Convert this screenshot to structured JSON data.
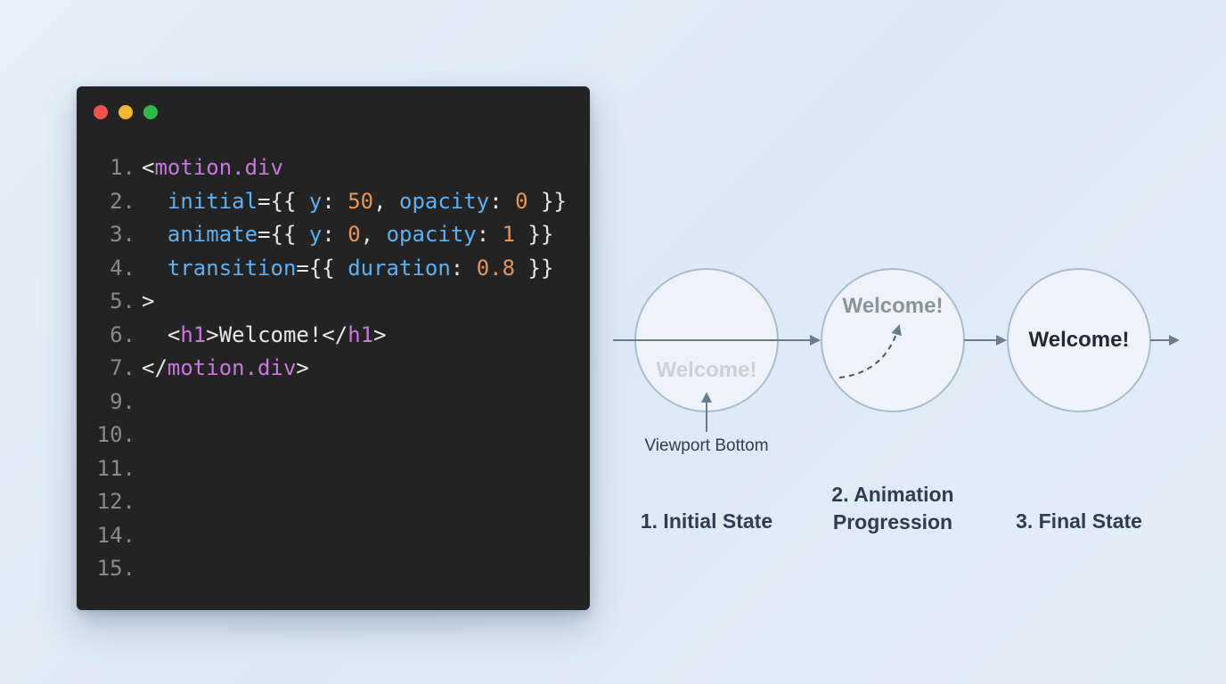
{
  "colors": {
    "window_bg": "#232323",
    "dot_red": "#ef5350",
    "dot_yellow": "#f2b630",
    "dot_green": "#2fb84a",
    "tag": "#c678dd",
    "attr": "#61afef",
    "number": "#e5945a",
    "line_number": "#8a8a8a",
    "arrow": "#6b7c8e",
    "circle_stroke": "#a9bccb"
  },
  "code": {
    "lines": [
      {
        "n": "1.",
        "tokens": [
          {
            "t": "<",
            "c": "punc"
          },
          {
            "t": "motion.div",
            "c": "tag"
          }
        ]
      },
      {
        "n": "2.",
        "tokens": [
          {
            "t": "  ",
            "c": "punc"
          },
          {
            "t": "initial",
            "c": "attr"
          },
          {
            "t": "={{ ",
            "c": "punc"
          },
          {
            "t": "y",
            "c": "attr"
          },
          {
            "t": ": ",
            "c": "punc"
          },
          {
            "t": "50",
            "c": "num"
          },
          {
            "t": ", ",
            "c": "punc"
          },
          {
            "t": "opacity",
            "c": "attr"
          },
          {
            "t": ": ",
            "c": "punc"
          },
          {
            "t": "0",
            "c": "num"
          },
          {
            "t": " }}",
            "c": "punc"
          }
        ]
      },
      {
        "n": "3.",
        "tokens": [
          {
            "t": "  ",
            "c": "punc"
          },
          {
            "t": "animate",
            "c": "attr"
          },
          {
            "t": "={{ ",
            "c": "punc"
          },
          {
            "t": "y",
            "c": "attr"
          },
          {
            "t": ": ",
            "c": "punc"
          },
          {
            "t": "0",
            "c": "num"
          },
          {
            "t": ", ",
            "c": "punc"
          },
          {
            "t": "opacity",
            "c": "attr"
          },
          {
            "t": ": ",
            "c": "punc"
          },
          {
            "t": "1",
            "c": "num"
          },
          {
            "t": " }}",
            "c": "punc"
          }
        ]
      },
      {
        "n": "4.",
        "tokens": [
          {
            "t": "  ",
            "c": "punc"
          },
          {
            "t": "transition",
            "c": "attr"
          },
          {
            "t": "={{ ",
            "c": "punc"
          },
          {
            "t": "duration",
            "c": "attr"
          },
          {
            "t": ": ",
            "c": "punc"
          },
          {
            "t": "0.8",
            "c": "num"
          },
          {
            "t": " }}",
            "c": "punc"
          }
        ]
      },
      {
        "n": "5.",
        "tokens": [
          {
            "t": ">",
            "c": "punc"
          }
        ]
      },
      {
        "n": "6.",
        "tokens": [
          {
            "t": "  <",
            "c": "punc"
          },
          {
            "t": "h1",
            "c": "tag"
          },
          {
            "t": ">Welcome!</",
            "c": "punc"
          },
          {
            "t": "h1",
            "c": "tag"
          },
          {
            "t": ">",
            "c": "punc"
          }
        ]
      },
      {
        "n": "7.",
        "tokens": [
          {
            "t": "</",
            "c": "punc"
          },
          {
            "t": "motion.div",
            "c": "tag"
          },
          {
            "t": ">",
            "c": "punc"
          }
        ]
      },
      {
        "n": "9.",
        "tokens": []
      },
      {
        "n": "10.",
        "tokens": []
      },
      {
        "n": "11.",
        "tokens": []
      },
      {
        "n": "12.",
        "tokens": []
      },
      {
        "n": "14.",
        "tokens": []
      },
      {
        "n": "15.",
        "tokens": []
      }
    ]
  },
  "diagram": {
    "welcome_text": "Welcome!",
    "viewport_label": "Viewport Bottom",
    "states": [
      {
        "label": "1. Initial State",
        "welcome_opacity": 0.3
      },
      {
        "label": "2. Animation\nProgression",
        "welcome_opacity": 0.55
      },
      {
        "label": "3. Final State",
        "welcome_opacity": 1.0
      }
    ]
  }
}
